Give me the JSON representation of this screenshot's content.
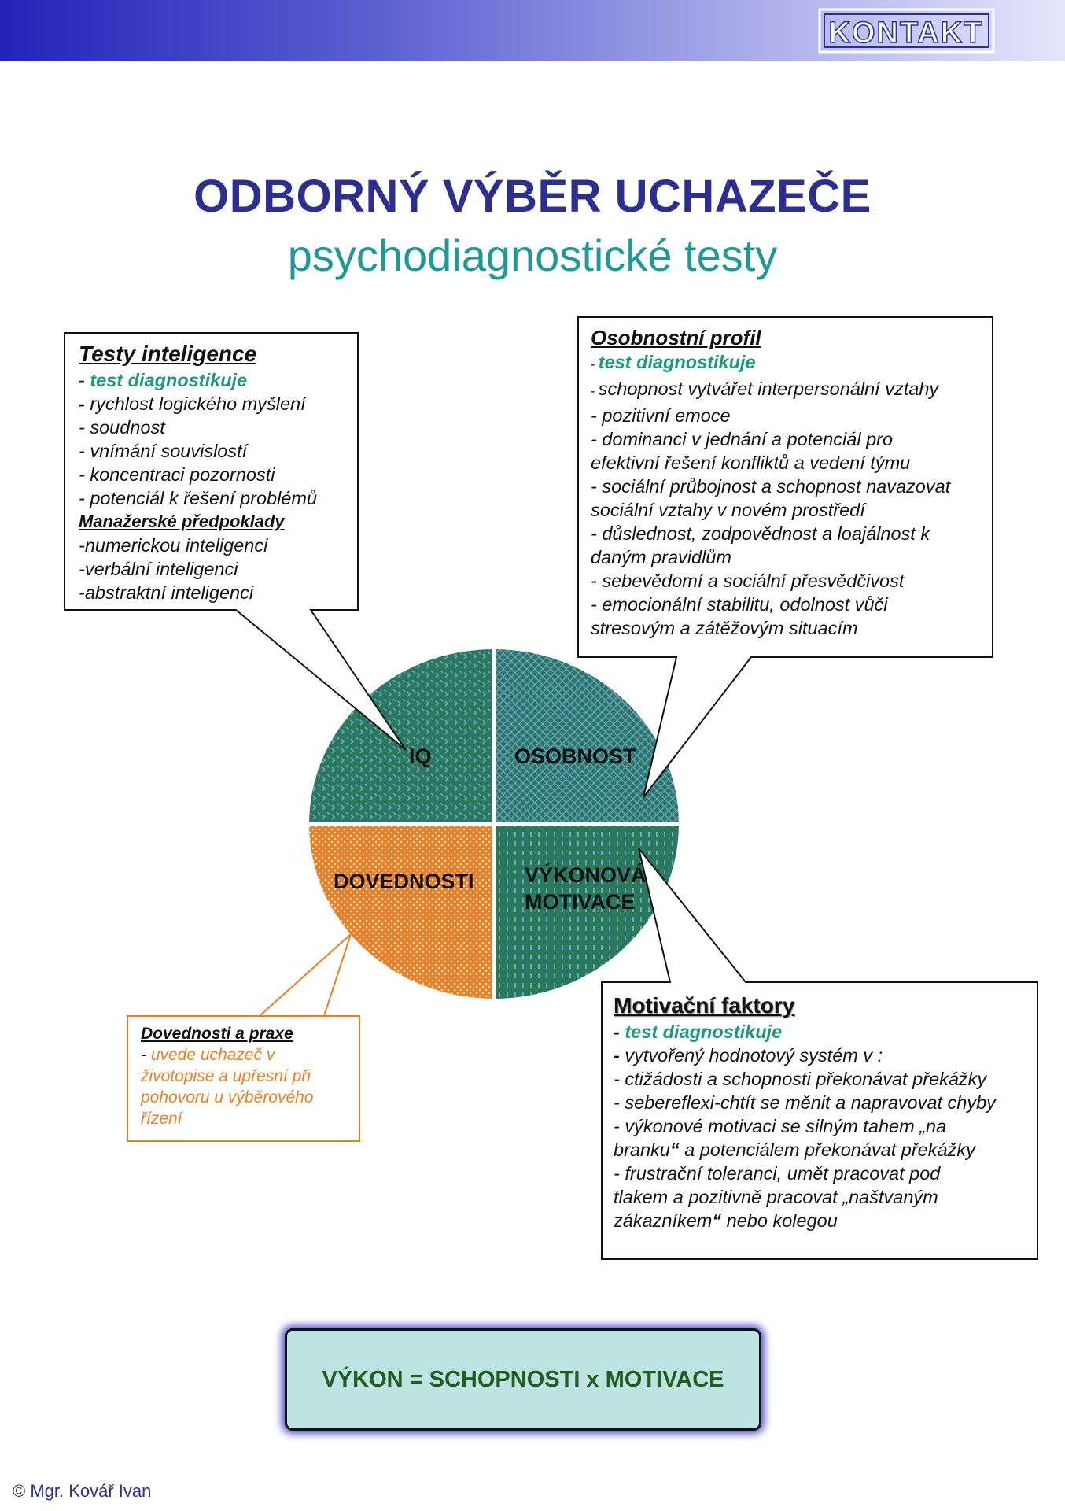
{
  "header": {
    "logo_text": "KONTAKT"
  },
  "title": "ODBORNÝ VÝBĚR UCHAZEČE",
  "subtitle": "psychodiagnostické testy",
  "colors": {
    "title": "#2b2f93",
    "subtitle": "#1b9a96",
    "pie_green": "#2a7a5a",
    "pie_orange": "#f07d1f",
    "formula_bg": "#bde3e3",
    "formula_text": "#1d5f1d"
  },
  "pie": {
    "quadrants": [
      {
        "label": "IQ",
        "color": "green"
      },
      {
        "label": "OSOBNOST",
        "color": "green"
      },
      {
        "label": "DOVEDNOSTI",
        "color": "orange"
      },
      {
        "label": "VÝKONOVÁ",
        "label2": "MOTIVACE",
        "color": "green"
      }
    ]
  },
  "boxes": {
    "inteligence": {
      "heading": "Testy inteligence",
      "diag": "test diagnostikuje",
      "items": [
        "rychlost logického myšlení",
        "- soudnost",
        "- vnímání souvislostí",
        "- koncentraci pozornosti",
        "- potenciál k řešení problémů"
      ],
      "sub_heading": "Manažerské předpoklady",
      "sub_items": [
        "-numerickou inteligenci",
        "-verbální inteligenci",
        "-abstraktní inteligenci"
      ]
    },
    "osobnost": {
      "heading": "Osobnostní profil",
      "diag": "test diagnostikuje",
      "items": [
        "schopnost vytvářet interpersonální vztahy",
        "- pozitivní emoce",
        "- dominanci v jednání a potenciál pro",
        "efektivní řešení konfliktů a vedení týmu",
        "- sociální průbojnost a schopnost navazovat",
        "sociální  vztahy v novém prostředí",
        "- důslednost, zodpovědnost a loajálnost k",
        "daným pravidlům",
        "- sebevědomí a sociální přesvědčivost",
        "- emocionální stabilitu, odolnost vůči",
        "stresovým a zátěžovým situacím"
      ]
    },
    "dovednosti": {
      "heading": "Dovednosti a praxe",
      "lines": [
        "- ",
        "uvede uchazeč v",
        "životopise a upřesní při",
        "pohovoru u výběrového",
        "řízení"
      ]
    },
    "motivace": {
      "heading": "Motivační faktory",
      "diag": "test diagnostikuje",
      "items": [
        "vytvořený hodnotový systém v :",
        "- ctižádosti a schopnosti překonávat překážky",
        "- sebereflexi-chtít se měnit a napravovat chyby",
        "- výkonové motivaci se silným tahem „na",
        "branku",
        "“",
        " a potenciálem překonávat překážky",
        "-  frustrační toleranci, umět pracovat  pod",
        "tlakem a pozitivně pracovat „naštvaným",
        "zákazníkem",
        "“",
        " nebo kolegou"
      ]
    }
  },
  "formula": "VÝKON = SCHOPNOSTI x MOTIVACE",
  "footer": "©  Mgr. Kovář Ivan"
}
